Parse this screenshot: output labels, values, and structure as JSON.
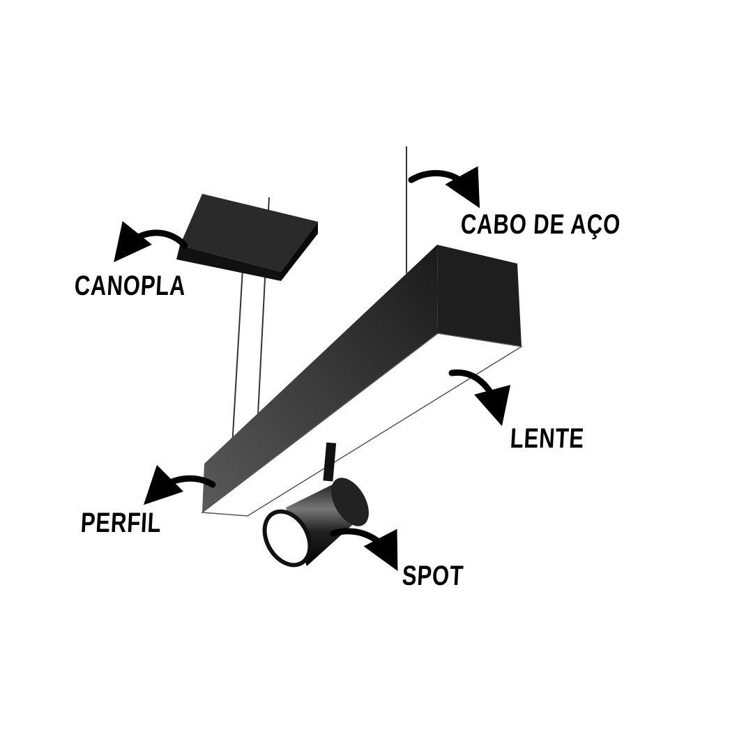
{
  "labels": {
    "canopla": "CANOPLA",
    "cabo_de_aco": "CABO DE AÇO",
    "lente": "LENTE",
    "perfil": "PERFIL",
    "spot": "SPOT"
  },
  "colors": {
    "fixture": "#1c1c1c",
    "lens": "#ffffff",
    "text": "#000000"
  }
}
